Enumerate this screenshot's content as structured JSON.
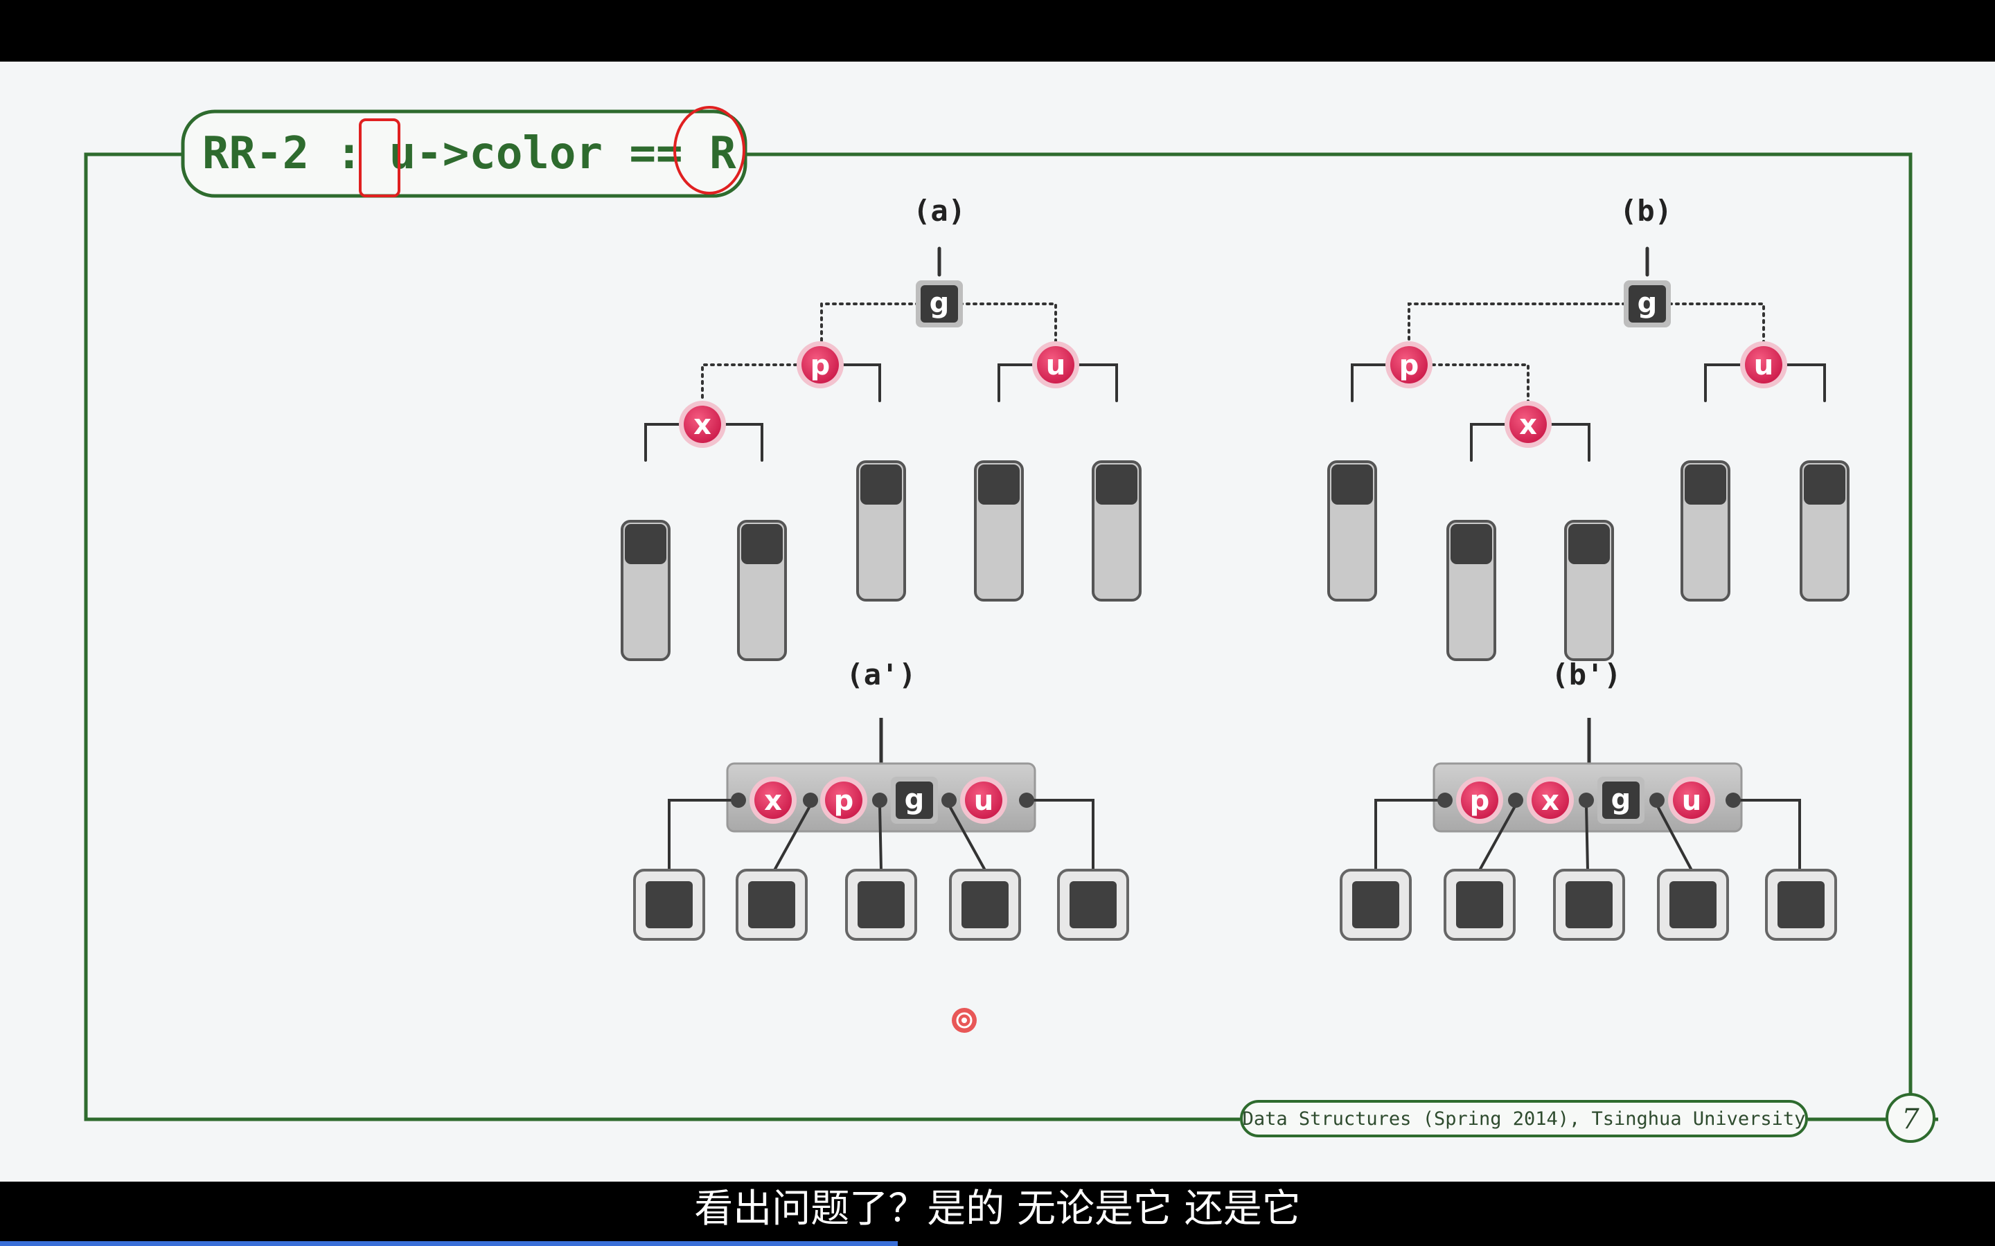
{
  "slide": {
    "title_prefix": "RR-2 : ",
    "title_var": "u",
    "title_op": "->color == ",
    "title_val": "R",
    "footer": "Data Structures (Spring 2014), Tsinghua University",
    "page_number": "7",
    "colors": {
      "frame_green": "#2e6b2e",
      "red_node": "#e0325e",
      "black_node": "#3a3a3a",
      "annotation_red": "#e02020"
    }
  },
  "labels": {
    "a": "(a)",
    "b": "(b)",
    "a2": "(a')",
    "b2": "(b')"
  },
  "nodes": {
    "g": "g",
    "p": "p",
    "u": "u",
    "x": "x"
  },
  "subtitle": "看出问题了？是的 无论是它 还是它",
  "video": {
    "progress": 0.45
  }
}
